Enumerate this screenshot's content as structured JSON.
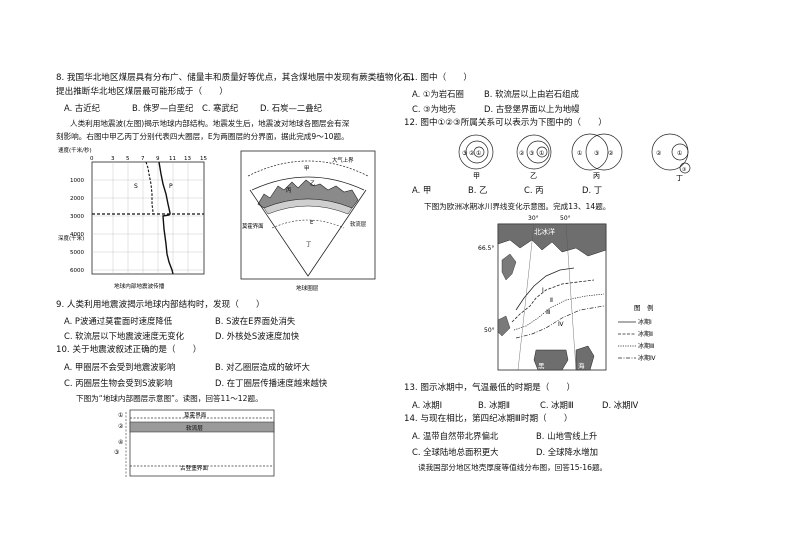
{
  "q8": {
    "stem1": "8. 我国华北地区煤层具有分布广、储量丰和质量好等优点，其含煤地层中发现有蕨类植物化石，",
    "stem2": "提出推断华北地区煤层最可能形成于（　　）",
    "options": [
      "A. 古近纪",
      "B. 侏罗—白垩纪",
      "C. 寒武纪",
      "D. 石炭—二叠纪"
    ]
  },
  "intro_9_10": {
    "line1": "人类利用地震波(左图)揭示地球内部结构。地震发生后，地震波对地球各圈层会有深",
    "line2": "刻影响。右图中甲乙丙丁分别代表四大圈层，E为两圈层的分界面，据此完成9～10题。"
  },
  "fig_left": {
    "title": "地球内部地震波传播",
    "velocity_label": "速度(千米/秒)",
    "x_ticks": [
      "0",
      "3",
      "5",
      "7",
      "9",
      "11",
      "13",
      "15"
    ],
    "y_ticks": [
      "1000",
      "2000",
      "3000",
      "4000",
      "5000",
      "6000"
    ],
    "depth_label": "深度(千米)",
    "s_label": "S",
    "p_label": "P"
  },
  "fig_right": {
    "title": "地球圈层",
    "atmo_label": "大气上界",
    "labels": [
      "甲",
      "乙",
      "丙",
      "丁"
    ],
    "e_label": "E",
    "moho_label": "莫霍界面",
    "soft_label": "软流层"
  },
  "q9": {
    "stem": "9. 人类利用地震波揭示地球内部结构时，发现（　　）",
    "options": [
      "A. P波通过莫霍面时速度降低",
      "B. S波在E界面处消失",
      "C. 软流层以下地震波速度无变化",
      "D. 外核处S波速度加快"
    ]
  },
  "q10": {
    "stem": "10. 关于地震波叙述正确的是（　　）",
    "options": [
      "A. 甲圈层不会受到地震波影响",
      "B. 对乙圈层造成的破坏大",
      "C. 丙圈层生物会受到S波影响",
      "D. 在丁圈层传播速度越来越快"
    ]
  },
  "intro_11_12": "下图为“地球内部圈层示意图”。读图，回答11～12题。",
  "fig_layers": {
    "markers": [
      "①",
      "②",
      "③",
      "④"
    ],
    "moho": "莫霍界面",
    "soft": "软流层",
    "gutenberg": "古登堡界面"
  },
  "q11": {
    "stem": "11. 图中（　　）",
    "options": [
      "A. ①为岩石圈",
      "B. 软流层以上由岩石组成",
      "C. ③为地壳",
      "D. 古登堡界面以上为地幔"
    ]
  },
  "q12": {
    "stem": "12. 图中①②③所属关系可以表示为下图中的（　　）",
    "venn_labels": [
      "甲",
      "乙",
      "丙",
      "丁"
    ],
    "options": [
      "A. 甲",
      "B. 乙",
      "C. 丙",
      "D. 丁"
    ]
  },
  "intro_13_14": "下图为欧洲冰期冰川界线变化示意图。完成13、14题。",
  "map": {
    "lon_labels": [
      "30°",
      "50°"
    ],
    "lat_labels": [
      "66.5°",
      "50°"
    ],
    "sea_labels": [
      "北冰洋",
      "黑",
      "海"
    ],
    "roman": [
      "Ⅰ",
      "Ⅱ",
      "Ⅲ",
      "Ⅳ"
    ],
    "legend_title": "图　例",
    "legend": [
      "冰期Ⅰ",
      "冰期Ⅱ",
      "冰期Ⅲ",
      "冰期Ⅳ"
    ]
  },
  "q13": {
    "stem": "13. 图示冰期中，气温最低的时期是（　　）",
    "options": [
      "A. 冰期Ⅰ",
      "B. 冰期Ⅱ",
      "C. 冰期Ⅲ",
      "D. 冰期Ⅳ"
    ]
  },
  "q14": {
    "stem": "14. 与现在相比，第四纪冰期Ⅲ时期（　　）",
    "options": [
      "A. 温带自然带北界偏北",
      "B. 山地雪线上升",
      "C. 全球陆地总面积更大",
      "D. 全球降水增加"
    ]
  },
  "intro_15_16": "读我国部分地区地壳厚度等值线分布图，回答15-16题。"
}
